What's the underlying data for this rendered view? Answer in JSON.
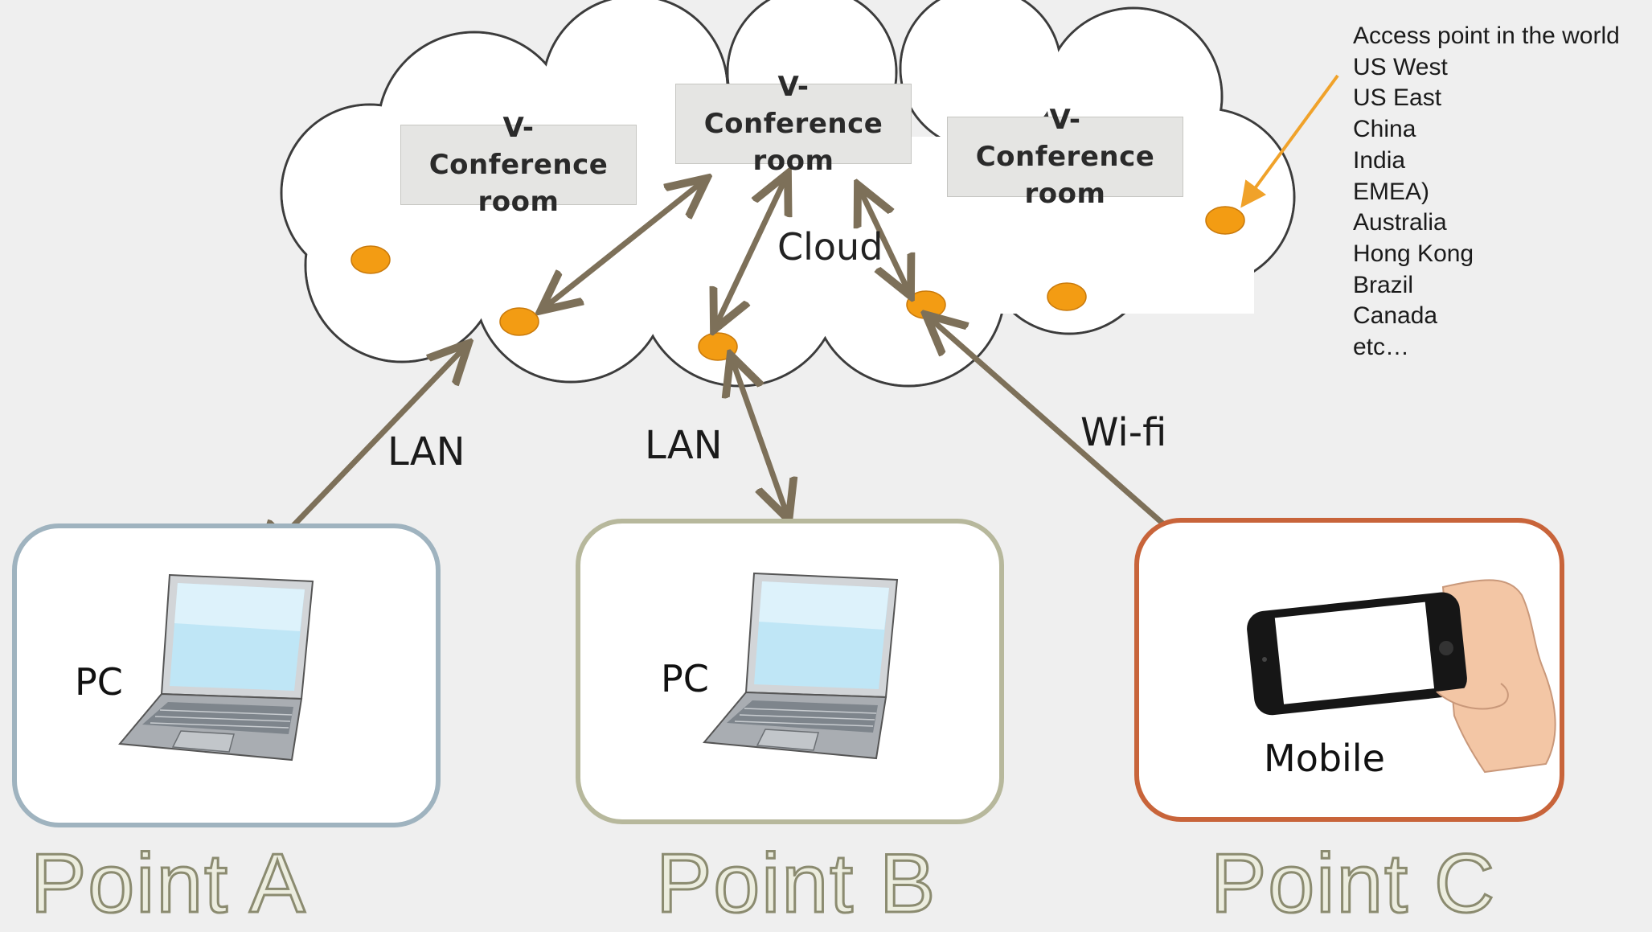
{
  "cloud": {
    "label": "Cloud"
  },
  "rooms": [
    {
      "line1": "V-",
      "line2": "Conference",
      "line3": "room"
    },
    {
      "line1": "V-",
      "line2": "Conference",
      "line3": "room"
    },
    {
      "line1": "V-",
      "line2": "Conference",
      "line3": "room"
    }
  ],
  "links": {
    "a": "LAN",
    "b": "LAN",
    "c": "Wi-fi"
  },
  "access_points": {
    "title": "Access point in the world",
    "items": [
      "US West",
      "US East",
      "China",
      "India",
      "EMEA)",
      "Australia",
      "Hong Kong",
      "Brazil",
      "Canada",
      "etc…"
    ]
  },
  "points": [
    {
      "title": "Point A",
      "device": "PC",
      "device_icon": "laptop-icon",
      "border_color": "#9fb3bf"
    },
    {
      "title": "Point B",
      "device": "PC",
      "device_icon": "laptop-icon",
      "border_color": "#b7b89c"
    },
    {
      "title": "Point C",
      "device": "Mobile",
      "device_icon": "smartphone-in-hand-icon",
      "border_color": "#c8643a"
    }
  ],
  "colors": {
    "arrow": "#7d7059",
    "access_point_dot": "#f39c13",
    "pointer_arrow": "#f0a22a"
  }
}
